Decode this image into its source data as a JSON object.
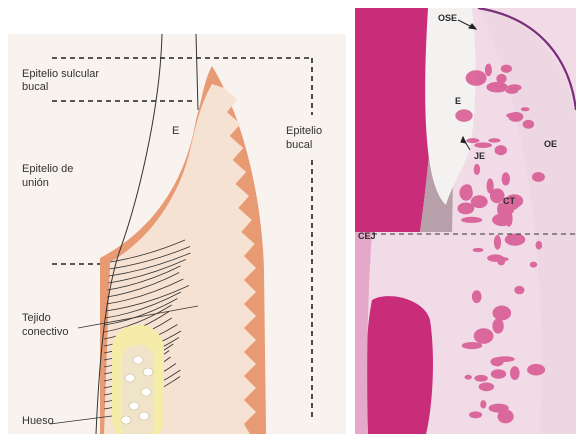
{
  "schematic": {
    "labels": {
      "sulcular_line1": "Epitelio sulcular",
      "sulcular_line2": "bucal",
      "union_line1": "Epitelio de",
      "union_line2": "unión",
      "conectivo_line1": "Tejido",
      "conectivo_line2": "conectivo",
      "hueso": "Hueso",
      "enamel": "E",
      "oral_line1": "Epitelio",
      "oral_line2": "bucal"
    },
    "colors": {
      "background": "#f8f3ee",
      "epithelium": "#e89a72",
      "connective": "#f6e2d2",
      "bone_outer": "#f6ecaa",
      "bone_inner": "#efe3c8",
      "lines": "#333333"
    }
  },
  "histology": {
    "labels": {
      "ose": "OSE",
      "enamel": "E",
      "je": "JE",
      "oe": "OE",
      "ct": "CT",
      "cej": "CEJ"
    },
    "colors": {
      "tissue_pink": "#e7b9d2",
      "dense_magenta": "#c92d79",
      "enamel_space": "#f4f2f1"
    }
  }
}
